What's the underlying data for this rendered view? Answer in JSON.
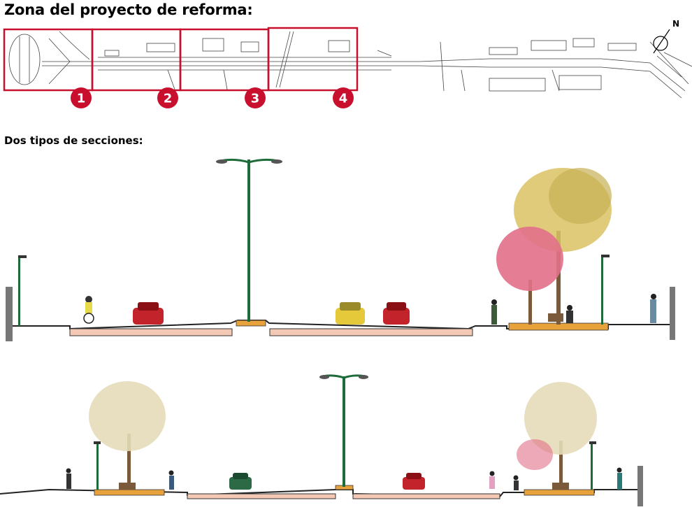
{
  "header": {
    "title": "Zona del proyecto de reforma:",
    "subtitle": "Dos tipos de secciones:"
  },
  "map": {
    "north_label": "N",
    "zone_color": "#c8102e",
    "zones": [
      {
        "label": "1"
      },
      {
        "label": "2"
      },
      {
        "label": "3"
      },
      {
        "label": "4"
      }
    ]
  },
  "colors": {
    "pole": "#1e6b3a",
    "curb_fill": "#f3c9b5",
    "planter_fill": "#e8a23c",
    "car_red": "#c3232a",
    "car_yellow": "#e6c93a",
    "car_green": "#2c6a45",
    "tree_yellow": "#d9c263",
    "tree_pink": "#e2708a"
  }
}
